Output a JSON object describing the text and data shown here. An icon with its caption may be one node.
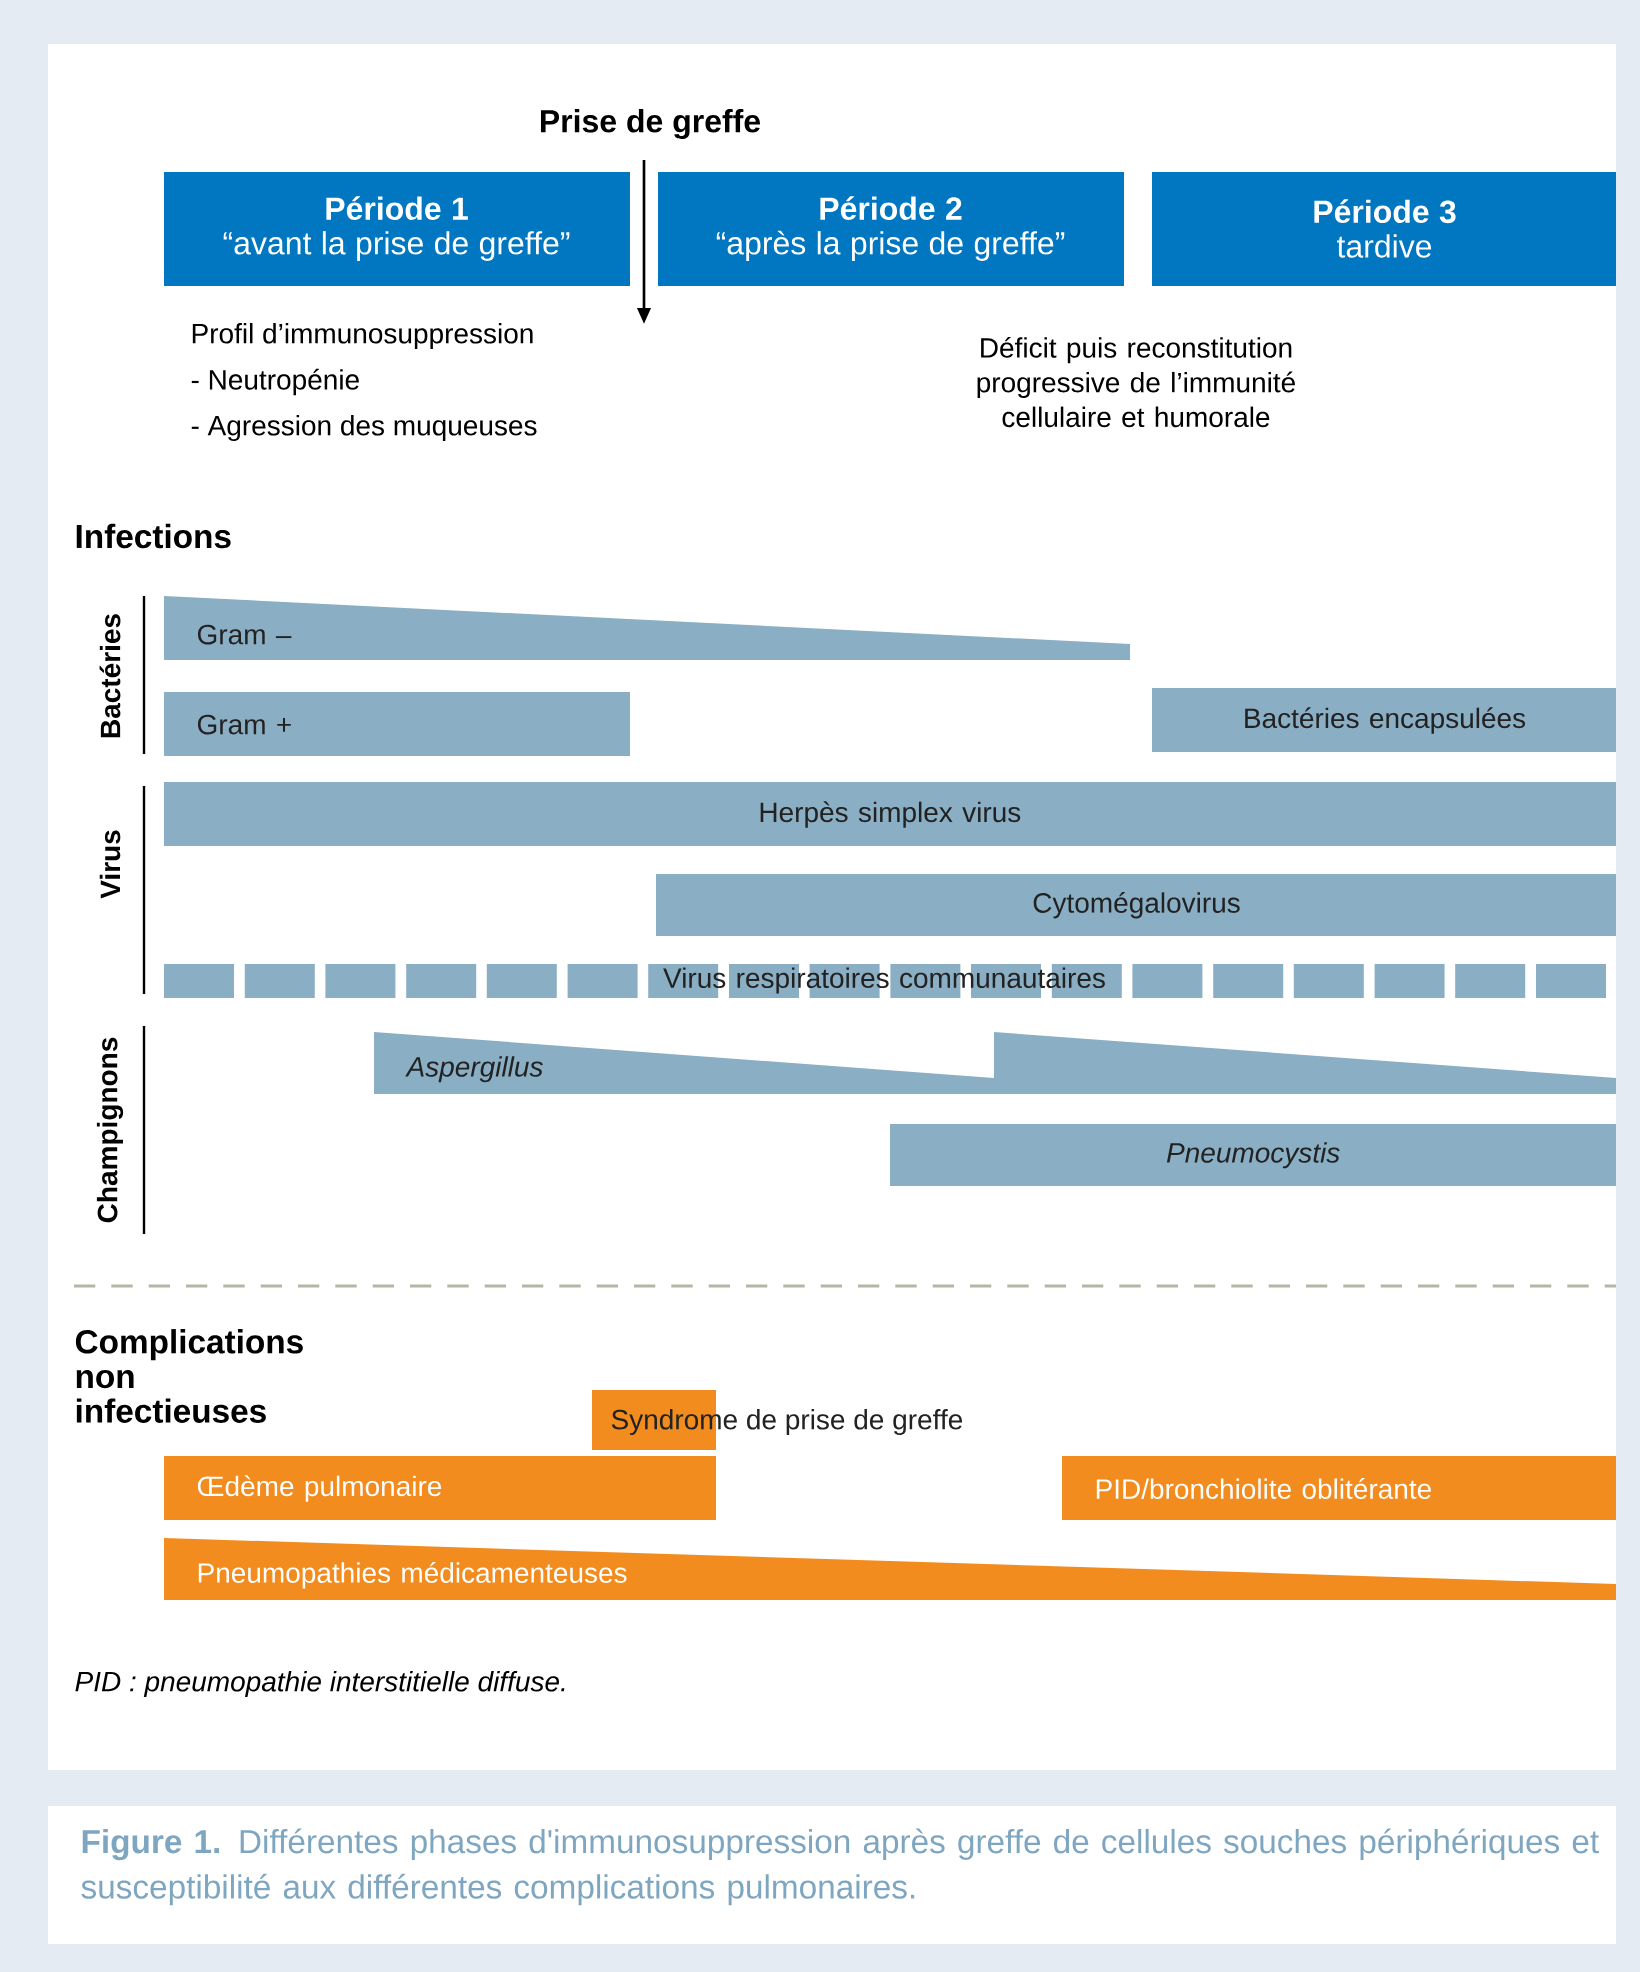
{
  "diagram": {
    "caption": "**Figure 1.** Différentes phases d'immunosuppression après greffe de cellules souches périphériques et susceptibilité aux différentes complications pulmonaires.",
    "nodes": [
      {
        "text": [
          "Période 1",
          "“avant la prise de greffe”"
        ]
      },
      {
        "text": [
          "Période 2",
          "“après la prise de greffe”"
        ]
      },
      {
        "text": [
          "Période 3",
          "tardive"
        ]
      },
      {
        "text": [
          "Gram –"
        ]
      },
      {
        "text": [
          "Gram +"
        ]
      },
      {
        "text": [
          "Bactéries encapsulées"
        ]
      },
      {
        "text": [
          "Herpès simplex virus"
        ]
      },
      {
        "text": [
          "Cytomégalovirus"
        ]
      },
      {
        "text": [
          "Virus respiratoires communautaires"
        ]
      },
      {
        "text": [
          "Aspergillus"
        ]
      },
      {
        "text": [
          "Pneumocystis"
        ]
      },
      {
        "text": [
          "Syndrome de prise de greffe"
        ]
      },
      {
        "text": [
          "Œdème pulmonaire"
        ]
      },
      {
        "text": [
          "PID/bronchiolite oblitérante"
        ]
      },
      {
        "text": [
          "Pneumopathies médicamenteuses"
        ]
      }
    ],
    "labels": [
      "Prise de greffe",
      "Profil d’immunosuppression",
      "- Neutropénie",
      "- Agression des muqueuses",
      "Déficit puis reconstitution progressive de l’immunité cellulaire et humorale",
      "Infections",
      "Bactéries",
      "Virus",
      "Champignons",
      "Complications non infectieuses",
      "PID : pneumopathie interstitielle diffuse."
    ]
  }
}
